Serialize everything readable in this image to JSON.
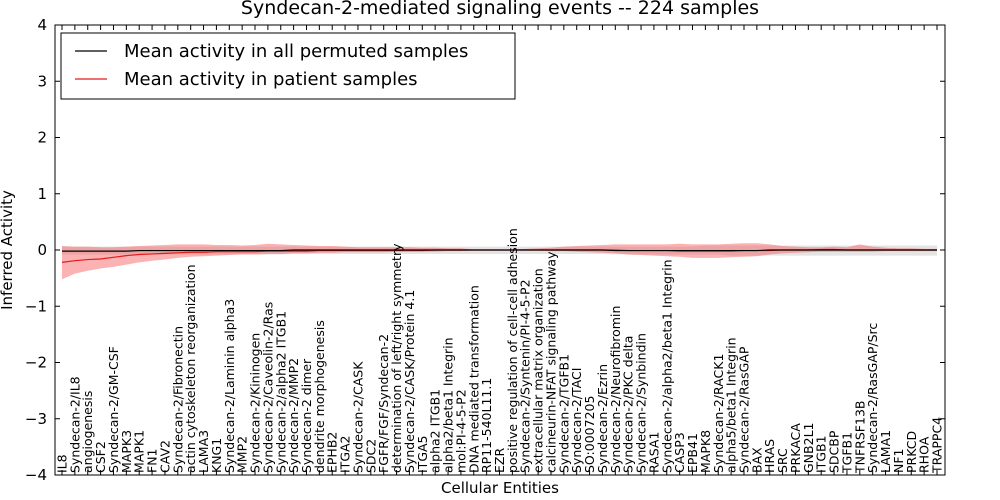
{
  "chart_data": {
    "type": "line",
    "title": "Syndecan-2-mediated signaling events -- 224 samples",
    "xlabel": "Cellular Entities",
    "ylabel": "Inferred Activity",
    "ylim": [
      -4,
      4
    ],
    "yticks": [
      -4,
      -3,
      -2,
      -1,
      0,
      1,
      2,
      3,
      4
    ],
    "legend_position": "top-left",
    "categories": [
      "IL8",
      "Syndecan-2/IL8",
      "angiogenesis",
      "CSF2",
      "Syndecan-2/GM-CSF",
      "MAPK3",
      "MAPK1",
      "FN1",
      "CAV2",
      "Syndecan-2/Fibronectin",
      "actin cytoskeleton reorganization",
      "LAMA3",
      "KNG1",
      "Syndecan-2/Laminin alpha3",
      "MMP2",
      "Syndecan-2/Kininogen",
      "Syndecan-2/Caveolin-2/Ras",
      "Syndecan-2/alpha2 ITGB1",
      "Syndecan-2/MMP2",
      "Syndecan-2 dimer",
      "dendrite morphogenesis",
      "EPHB2",
      "ITGA2",
      "Syndecan-2/CASK",
      "SDC2",
      "FGFR/FGF/Syndecan-2",
      "determination of left/right symmetry",
      "Syndecan-2/CASK/Protein 4.1",
      "ITGA5",
      "alpha2 ITGB1",
      "alpha2/beta1 Integrin",
      "mol:PI-4-5-P2",
      "DNA mediated transformation",
      "RP11-540L11.1",
      "EZR",
      "positive regulation of cell-cell adhesion",
      "Syndecan-2/Syntenin/PI-4-5-P2",
      "extracellular matrix organization",
      "calcineurin-NFAT signaling pathway",
      "Syndecan-2/TGFB1",
      "Syndecan-2/TACI",
      "SO:0007205",
      "Syndecan-2/Ezrin",
      "Syndecan-2/Neurofibromin",
      "Syndecan-2/PKC delta",
      "Syndecan-2/Synbindin",
      "RASA1",
      "Syndecan-2/alpha2/beta1 Integrin",
      "CASP3",
      "EPB41",
      "MAPK8",
      "Syndecan-2/RACK1",
      "alpha5/beta1 Integrin",
      "Syndecan-2/RasGAP",
      "BAX",
      "HRAS",
      "SRC",
      "PRKACA",
      "GNB2L1",
      "ITGB1",
      "SDCBP",
      "TGFB1",
      "TNFRSF13B",
      "Syndecan-2/RasGAP/Src",
      "LAMA1",
      "NF1",
      "PRKCD",
      "RHOA",
      "TRAPPC4"
    ],
    "series": [
      {
        "name": "Mean activity in all permuted samples",
        "color": "#000000",
        "values": [
          -0.02,
          -0.02,
          -0.02,
          -0.02,
          -0.02,
          -0.02,
          -0.01,
          -0.01,
          -0.01,
          -0.01,
          -0.01,
          -0.01,
          -0.01,
          -0.01,
          -0.01,
          -0.01,
          -0.01,
          -0.01,
          0.0,
          0.0,
          0.0,
          0.0,
          0.0,
          0.0,
          0.0,
          0.0,
          0.0,
          0.0,
          0.0,
          0.0,
          0.0,
          0.0,
          0.0,
          0.0,
          0.0,
          0.0,
          0.0,
          0.0,
          0.0,
          0.0,
          0.0,
          0.0,
          0.0,
          -0.01,
          -0.01,
          -0.01,
          -0.01,
          -0.01,
          -0.01,
          -0.01,
          -0.01,
          -0.01,
          -0.01,
          -0.01,
          -0.01,
          0.0,
          0.0,
          0.0,
          0.0,
          0.0,
          0.0,
          0.0,
          0.0,
          0.0,
          0.0,
          0.0,
          0.0,
          0.0,
          0.0
        ],
        "band_low": [
          -0.08,
          -0.08,
          -0.08,
          -0.08,
          -0.08,
          -0.08,
          -0.08,
          -0.08,
          -0.08,
          -0.08,
          -0.08,
          -0.08,
          -0.08,
          -0.08,
          -0.08,
          -0.08,
          -0.08,
          -0.08,
          -0.07,
          -0.07,
          -0.07,
          -0.07,
          -0.07,
          -0.07,
          -0.07,
          -0.07,
          -0.07,
          -0.07,
          -0.07,
          -0.07,
          -0.07,
          -0.07,
          -0.07,
          -0.07,
          -0.07,
          -0.07,
          -0.07,
          -0.07,
          -0.07,
          -0.07,
          -0.07,
          -0.07,
          -0.07,
          -0.08,
          -0.08,
          -0.08,
          -0.08,
          -0.08,
          -0.08,
          -0.08,
          -0.08,
          -0.08,
          -0.1,
          -0.1,
          -0.1,
          -0.1,
          -0.1,
          -0.1,
          -0.1,
          -0.1,
          -0.1,
          -0.1,
          -0.1,
          -0.1,
          -0.1,
          -0.1,
          -0.1,
          -0.1,
          -0.1
        ],
        "band_high": [
          0.06,
          0.06,
          0.06,
          0.06,
          0.06,
          0.06,
          0.06,
          0.06,
          0.06,
          0.06,
          0.06,
          0.06,
          0.06,
          0.06,
          0.06,
          0.06,
          0.06,
          0.06,
          0.06,
          0.06,
          0.06,
          0.06,
          0.06,
          0.06,
          0.06,
          0.06,
          0.06,
          0.06,
          0.06,
          0.06,
          0.06,
          0.06,
          0.06,
          0.06,
          0.06,
          0.06,
          0.06,
          0.06,
          0.06,
          0.06,
          0.06,
          0.06,
          0.06,
          0.06,
          0.06,
          0.06,
          0.06,
          0.06,
          0.06,
          0.06,
          0.08,
          0.08,
          0.08,
          0.08,
          0.08,
          0.08,
          0.08,
          0.08,
          0.08,
          0.08,
          0.08,
          0.08,
          0.08,
          0.08,
          0.08,
          0.08,
          0.08,
          0.08,
          0.08
        ]
      },
      {
        "name": "Mean activity in patient samples",
        "color": "#e41a1c",
        "values": [
          -0.22,
          -0.19,
          -0.17,
          -0.16,
          -0.13,
          -0.1,
          -0.08,
          -0.07,
          -0.06,
          -0.05,
          -0.04,
          -0.04,
          -0.03,
          -0.03,
          -0.03,
          -0.03,
          -0.02,
          -0.02,
          -0.02,
          -0.02,
          -0.01,
          -0.01,
          -0.01,
          -0.01,
          -0.01,
          -0.01,
          -0.01,
          -0.01,
          -0.01,
          0.0,
          0.0,
          0.0,
          0.0,
          0.0,
          0.0,
          0.0,
          0.0,
          0.0,
          0.0,
          0.0,
          0.0,
          0.0,
          0.0,
          0.0,
          -0.01,
          -0.01,
          -0.01,
          -0.01,
          -0.02,
          -0.02,
          -0.02,
          -0.02,
          -0.02,
          -0.01,
          -0.01,
          -0.01,
          0.0,
          0.0,
          0.0,
          0.01,
          0.01,
          0.0,
          0.0,
          0.0,
          0.0,
          0.0,
          0.0,
          0.0,
          0.0
        ],
        "band_low": [
          -0.52,
          -0.42,
          -0.37,
          -0.33,
          -0.3,
          -0.26,
          -0.22,
          -0.19,
          -0.17,
          -0.14,
          -0.12,
          -0.11,
          -0.1,
          -0.09,
          -0.08,
          -0.08,
          -0.07,
          -0.07,
          -0.06,
          -0.06,
          -0.05,
          -0.05,
          -0.04,
          -0.04,
          -0.04,
          -0.04,
          -0.03,
          -0.03,
          -0.03,
          -0.03,
          -0.02,
          -0.02,
          -0.01,
          -0.01,
          -0.01,
          -0.01,
          -0.01,
          -0.01,
          -0.02,
          -0.02,
          -0.03,
          -0.04,
          -0.05,
          -0.06,
          -0.08,
          -0.09,
          -0.1,
          -0.11,
          -0.12,
          -0.14,
          -0.14,
          -0.14,
          -0.13,
          -0.12,
          -0.11,
          -0.08,
          -0.06,
          -0.05,
          -0.04,
          -0.03,
          -0.03,
          -0.03,
          -0.03,
          -0.03,
          -0.02,
          -0.02,
          -0.02,
          -0.02,
          -0.02
        ],
        "band_high": [
          0.07,
          0.06,
          0.06,
          0.05,
          0.05,
          0.06,
          0.07,
          0.08,
          0.09,
          0.1,
          0.1,
          0.1,
          0.09,
          0.09,
          0.08,
          0.09,
          0.11,
          0.1,
          0.09,
          0.08,
          0.07,
          0.07,
          0.06,
          0.05,
          0.05,
          0.05,
          0.05,
          0.05,
          0.04,
          0.04,
          0.03,
          0.03,
          0.01,
          0.01,
          0.01,
          0.01,
          0.02,
          0.03,
          0.04,
          0.06,
          0.07,
          0.08,
          0.09,
          0.1,
          0.1,
          0.1,
          0.1,
          0.1,
          0.11,
          0.1,
          0.1,
          0.1,
          0.11,
          0.12,
          0.12,
          0.1,
          0.07,
          0.06,
          0.05,
          0.05,
          0.06,
          0.05,
          0.1,
          0.06,
          0.04,
          0.03,
          0.03,
          0.02,
          0.02
        ]
      }
    ]
  }
}
